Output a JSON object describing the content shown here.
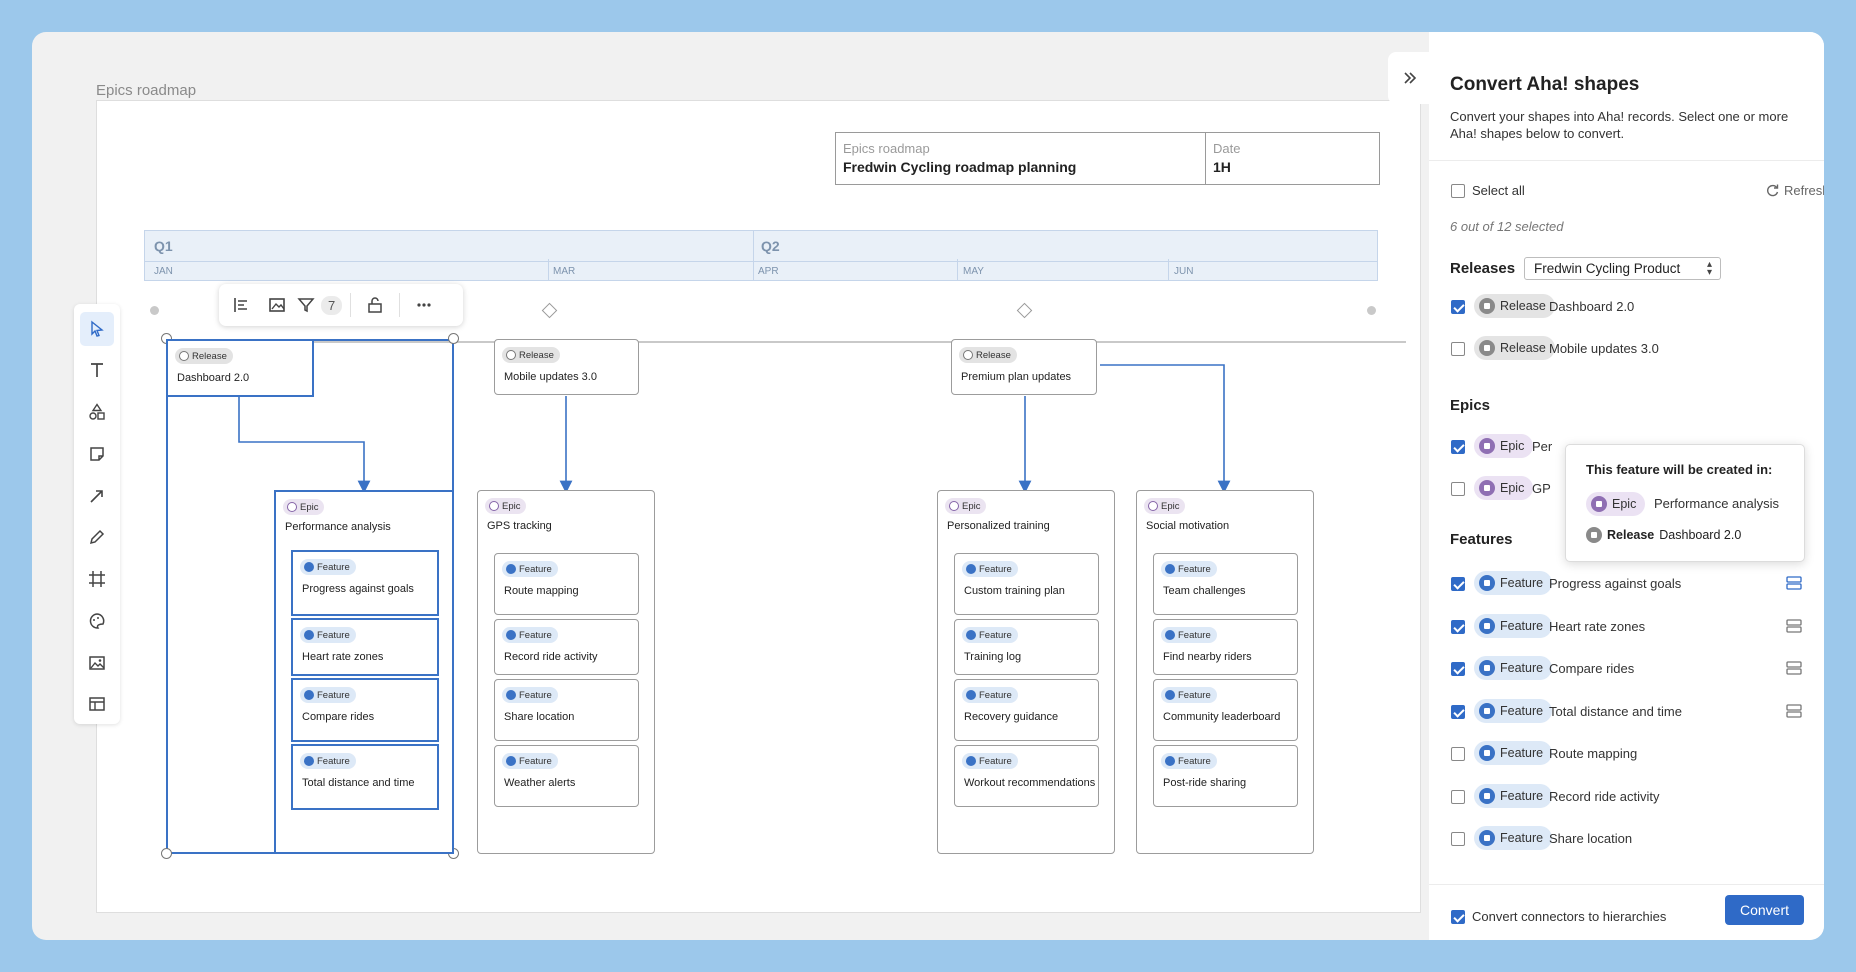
{
  "canvas": {
    "title": "Epics roadmap"
  },
  "header_table": {
    "cells": [
      {
        "label": "Epics roadmap",
        "value": "Fredwin Cycling roadmap planning"
      },
      {
        "label": "Date",
        "value": "1H"
      }
    ]
  },
  "timeline": {
    "quarters": [
      "Q1",
      "Q2"
    ],
    "months": [
      "JAN",
      "MAR",
      "APR",
      "MAY",
      "JUN"
    ]
  },
  "toolbar": {
    "filter_count": "7"
  },
  "releases_on_board": [
    {
      "badge": "Release",
      "title": "Dashboard 2.0"
    },
    {
      "badge": "Release",
      "title": "Mobile updates 3.0"
    },
    {
      "badge": "Release",
      "title": "Premium plan updates"
    }
  ],
  "epics_on_board": [
    {
      "badge": "Epic",
      "title": "Performance analysis",
      "features": [
        "Progress against goals",
        "Heart rate zones",
        "Compare rides",
        "Total distance and time"
      ]
    },
    {
      "badge": "Epic",
      "title": "GPS tracking",
      "features": [
        "Route mapping",
        "Record ride activity",
        "Share location",
        "Weather alerts"
      ]
    },
    {
      "badge": "Epic",
      "title": "Personalized training",
      "features": [
        "Custom training plan",
        "Training log",
        "Recovery guidance",
        "Workout recommendations"
      ]
    },
    {
      "badge": "Epic",
      "title": "Social motivation",
      "features": [
        "Team challenges",
        "Find nearby riders",
        "Community leaderboard",
        "Post-ride sharing"
      ]
    }
  ],
  "feature_badge": "Feature",
  "panel": {
    "title": "Convert Aha! shapes",
    "description": "Convert your shapes into Aha! records. Select one or more Aha! shapes below to convert.",
    "select_all": "Select all",
    "refresh": "Refresh",
    "selected_count": "6 out of 12 selected",
    "releases_heading": "Releases",
    "releases_dropdown": "Fredwin Cycling Product",
    "releases": [
      {
        "type": "Release",
        "name": "Dashboard 2.0",
        "checked": true
      },
      {
        "type": "Release",
        "name": "Mobile updates 3.0",
        "checked": false
      }
    ],
    "epics_heading": "Epics",
    "epics": [
      {
        "type": "Epic",
        "name": "Per",
        "checked": true
      },
      {
        "type": "Epic",
        "name": "GP",
        "checked": false
      }
    ],
    "features_heading": "Features",
    "features": [
      {
        "type": "Feature",
        "name": "Progress against goals",
        "checked": true
      },
      {
        "type": "Feature",
        "name": "Heart rate zones",
        "checked": true
      },
      {
        "type": "Feature",
        "name": "Compare rides",
        "checked": true
      },
      {
        "type": "Feature",
        "name": "Total distance and time",
        "checked": true
      },
      {
        "type": "Feature",
        "name": "Route mapping",
        "checked": false
      },
      {
        "type": "Feature",
        "name": "Record ride activity",
        "checked": false
      },
      {
        "type": "Feature",
        "name": "Share location",
        "checked": false
      }
    ],
    "tooltip": {
      "heading": "This feature will be created in:",
      "epic_badge": "Epic",
      "epic_name": "Performance analysis",
      "release_badge": "Release",
      "release_name": "Dashboard 2.0"
    },
    "convert_connectors": "Convert connectors to hierarchies",
    "convert_button": "Convert"
  },
  "colors": {
    "accent": "#2f6ac7",
    "selection": "#3a72c5",
    "frame": "#9cc8eb"
  }
}
